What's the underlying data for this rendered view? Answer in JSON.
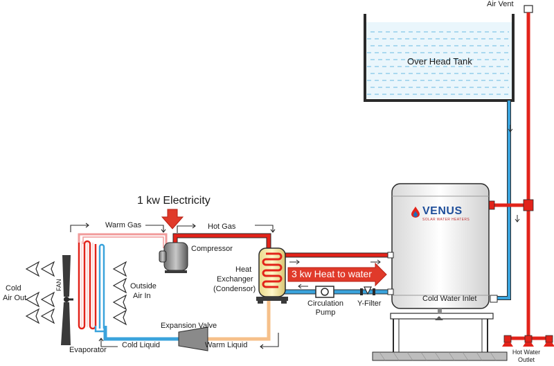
{
  "labels": {
    "air_vent": "Air Vent",
    "overhead_tank": "Over Head Tank",
    "electricity": "1 kw Electricity",
    "warm_gas": "Warm Gas",
    "hot_gas": "Hot Gas",
    "compressor": "Compressor",
    "heat_exchanger_line1": "Heat",
    "heat_exchanger_line2": "Exchanger",
    "heat_exchanger_line3": "(Condensor)",
    "heat_to_water": "3 kw Heat to water",
    "circulation_pump_line1": "Circulation",
    "circulation_pump_line2": "Pump",
    "y_filter": "Y-Filter",
    "cold_water_inlet": "Cold Water Inlet",
    "hot_water_outlet_line1": "Hot Water",
    "hot_water_outlet_line2": "Outlet",
    "cold_air_out_line1": "Cold",
    "cold_air_out_line2": "Air  Out",
    "fan": "FAN",
    "outside_air_in_line1": "Outside",
    "outside_air_in_line2": "Air In",
    "expansion_valve": "Expansion Valve",
    "evaporator": "Evaporator",
    "cold_liquid": "Cold Liquid",
    "warm_liquid": "Warm Liquid"
  },
  "brand": {
    "name": "VENUS",
    "tagline": "SOLAR WATER HEATERS"
  },
  "colors": {
    "hot": "#e2231a",
    "cold": "#3aa3dc",
    "warm_liquid": "#f6c08a",
    "water": "#cfe9f7",
    "outline": "#2a2a2a",
    "arrow_fill": "#e03a2a"
  }
}
